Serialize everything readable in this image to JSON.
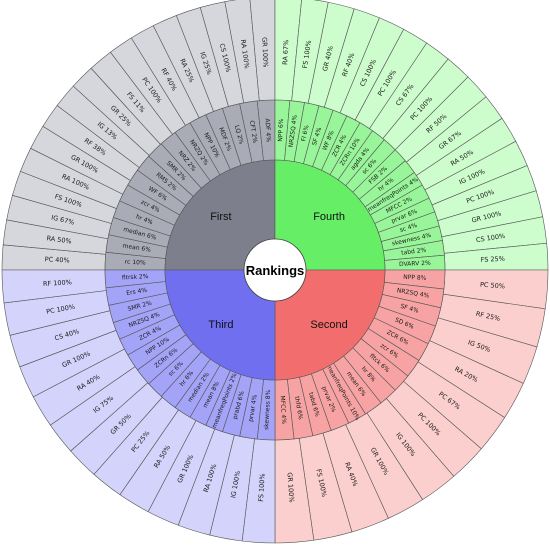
{
  "title": "Rankings",
  "colors": {
    "First": {
      "inner": "#7d7f8c",
      "mid": "#a9abb6",
      "outer": "#d6d7dc"
    },
    "Fourth": {
      "inner": "#66ee66",
      "mid": "#99f599",
      "outer": "#cdfccd"
    },
    "Second": {
      "inner": "#f26e6e",
      "mid": "#f7a3a3",
      "outer": "#fccfcf"
    },
    "Third": {
      "inner": "#6f6ff0",
      "mid": "#a3a3f7",
      "outer": "#d3d3fb"
    }
  },
  "quadrants": [
    {
      "name": "First",
      "features": [
        "rc 10%",
        "mean 6%",
        "median 6%",
        "hr 4%",
        "zcr 4%",
        "WF 6%",
        "RMS 2%",
        "SMR 2%",
        "NRZ 2%",
        "NRZQ 2%",
        "NPP 10%",
        "MDF 2%",
        "LQ 2%",
        "CFT 2%",
        "ADF 4%"
      ],
      "outer": [
        "PC 40%",
        "RA 50%",
        "IG 67%",
        "FS 100%",
        "RA 100%",
        "GR 100%",
        "RF 38%",
        "IG 13%",
        "GR 25%",
        "FS 11%",
        "PC 100%",
        "RF 40%",
        "RA 25%",
        "IG 25%",
        "CS 100%",
        "RA 100%",
        "GR 100%"
      ]
    },
    {
      "name": "Fourth",
      "features": [
        "NPP 6%",
        "NRZSQ 4%",
        "FI 6%",
        "SF 4%",
        "WF 8%",
        "ZCR 4%",
        "ZCRn 10%",
        "agda 4%",
        "sc 6%",
        "FSB 2%",
        "hr 4%",
        "meanfreqPoints 4%",
        "MFCC 2%",
        "prvar 6%",
        "sc 4%",
        "skewness 4%",
        "tabd 2%",
        "DVARV 2%"
      ],
      "outer": [
        "RA 67%",
        "FS 100%",
        "GR 40%",
        "RF 40%",
        "CS 100%",
        "PC 100%",
        "CS 67%",
        "PC 100%",
        "RF 50%",
        "GR 67%",
        "RA 50%",
        "IG 100%",
        "PC 100%",
        "GR 100%",
        "CS 100%",
        "FS 25%"
      ]
    },
    {
      "name": "Second",
      "features": [
        "NPP 8%",
        "NRZSQ 4%",
        "SF 4%",
        "SD 6%",
        "ZCR 6%",
        "zcr 6%",
        "fltck 6%",
        "hr 8%",
        "mean 6%",
        "meanfreqPoints 10%",
        "prvar 2%",
        "tabd 6%",
        "thfd 6%",
        "MFCC 4%"
      ],
      "outer": [
        "PC 50%",
        "RF 25%",
        "IG 50%",
        "RA 20%",
        "PC 67%",
        "PC 100%",
        "IG 100%",
        "GR 100%",
        "RA 40%",
        "FS 100%",
        "GR 100%"
      ]
    },
    {
      "name": "Third",
      "features": [
        "skewness 8%",
        "prvar 4%",
        "prabd 6%",
        "meanfreqPoints 2%",
        "mean 8%",
        "median 2%",
        "hr 6%",
        "sc 6%",
        "ZCRn 6%",
        "NPP 10%",
        "ZCR 4%",
        "NRZSQ 4%",
        "SMR 2%",
        "Ers 4%",
        "fltrsk 2%"
      ],
      "outer": [
        "FS 100%",
        "IG 100%",
        "RA 100%",
        "GR 100%",
        "RA 50%",
        "PC 25%",
        "GR 50%",
        "IG 75%",
        "RA 40%",
        "GR 100%",
        "CS 40%",
        "PC 100%",
        "RF 100%"
      ]
    }
  ]
}
